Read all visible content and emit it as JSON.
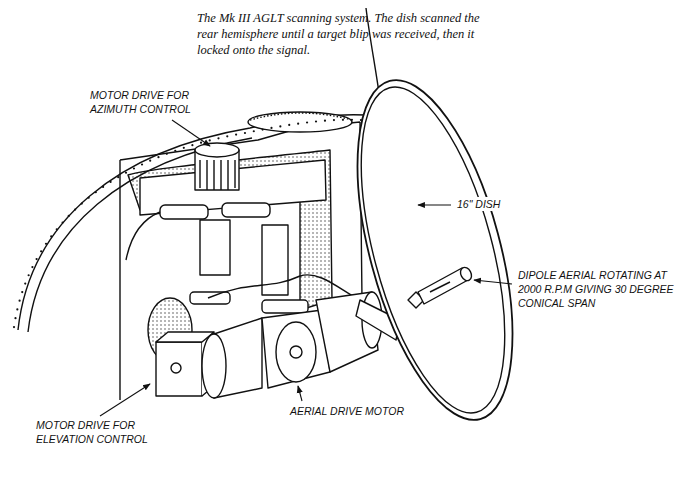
{
  "diagram": {
    "caption": "The Mk III AGLT scanning system. The dish scanned the rear hemisphere until a target blip was received, then it locked onto the signal.",
    "labels": [
      "MOTOR DRIVE FOR AZIMUTH CONTROL",
      "16\" DISH",
      "DIPOLE AERIAL ROTATING AT 2000 R.P.M GIVING 30 DEGREE CONICAL SPAN",
      "MOTOR DRIVE FOR ELEVATION CONTROL",
      "AERIAL DRIVE MOTOR"
    ]
  }
}
